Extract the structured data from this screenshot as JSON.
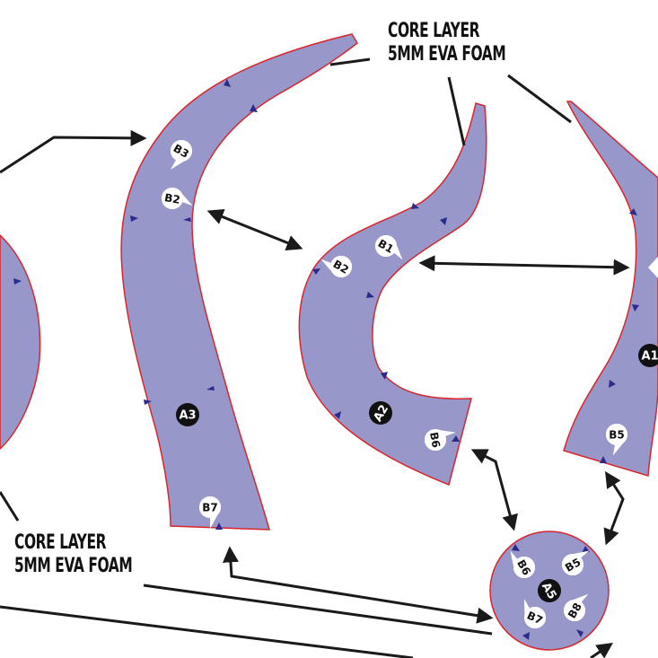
{
  "callouts": {
    "top": {
      "line1": "CORE LAYER",
      "line2": "5MM EVA FOAM"
    },
    "left": {
      "line1": "CORE LAYER",
      "line2": "5MM EVA FOAM"
    }
  },
  "pieces": {
    "a1": {
      "label": "A1"
    },
    "a2": {
      "label": "A2"
    },
    "a3": {
      "label": "A3"
    },
    "a5": {
      "label": "A5"
    }
  },
  "markers": {
    "b1": "B1",
    "b2": "B2",
    "b3": "B3",
    "b5": "B5",
    "b6": "B6",
    "b7": "B7",
    "b8": "B8"
  },
  "colors": {
    "foam_fill": "#9797c9",
    "outline": "#d8262e",
    "notch": "#2b2b8e",
    "arrow": "#1a1a1a"
  }
}
